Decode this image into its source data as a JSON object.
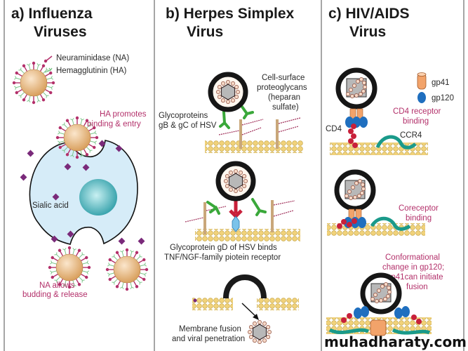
{
  "panels": [
    {
      "id": "a",
      "title_line1": "a)  Influenza",
      "title_line2": "Viruses",
      "legend": [
        {
          "label": "Neuraminidase (NA)",
          "icon": "neuraminidase-icon"
        },
        {
          "label": "Hemagglutinin (HA)",
          "icon": "hemagglutinin-icon"
        }
      ],
      "annotations": {
        "ha_line1": "HA promotes",
        "ha_line2": "binding & entry",
        "sialic": "Sialic acid",
        "na_line1": "NA allows",
        "na_line2": "budding & release"
      }
    },
    {
      "id": "b",
      "title_line1": "b)  Herpes Simplex",
      "title_line2": "Virus",
      "annotations": {
        "proteo_1": "Cell-surface",
        "proteo_2": "proteoglycans",
        "proteo_3": "(heparan",
        "proteo_4": "sulfate)",
        "gbgc_1": "Glycoproteins",
        "gbgc_2": "gB & gC of HSV",
        "gd_1": "Glycoprotein gD of HSV binds",
        "gd_2": "TNF/NGF-family piotein receptor",
        "fusion_1": "Membrane fusion",
        "fusion_2": "and viral penetration"
      }
    },
    {
      "id": "c",
      "title_line1": "c)  HIV/AIDS",
      "title_line2": "Virus",
      "legend": [
        {
          "label": "gp41",
          "icon": "gp41-icon"
        },
        {
          "label": "gp120",
          "icon": "gp120-icon"
        }
      ],
      "annotations": {
        "cd4_1": "CD4 receptor",
        "cd4_2": "binding",
        "cd4": "CD4",
        "ccr4": "CCR4",
        "core_1": "Coreceptor",
        "core_2": "binding",
        "conf_1": "Conformational",
        "conf_2": "change in gp120;",
        "conf_3": "gp41can initiate",
        "conf_4": "fusion"
      }
    }
  ],
  "watermark": "muhadharaty.com",
  "colors": {
    "annotation_red": "#b3306a",
    "virion": "#e8b27a",
    "cell": "#d6ecf8",
    "nucleus": "#3aa9b4",
    "sialic": "#7a2a7a",
    "membrane": "#f1d27a",
    "glycoprotein_green": "#3aa83a",
    "receptor_red": "#c8203a",
    "gp120_blue": "#1f6fbf",
    "ccr4_teal": "#1a9a8a"
  }
}
